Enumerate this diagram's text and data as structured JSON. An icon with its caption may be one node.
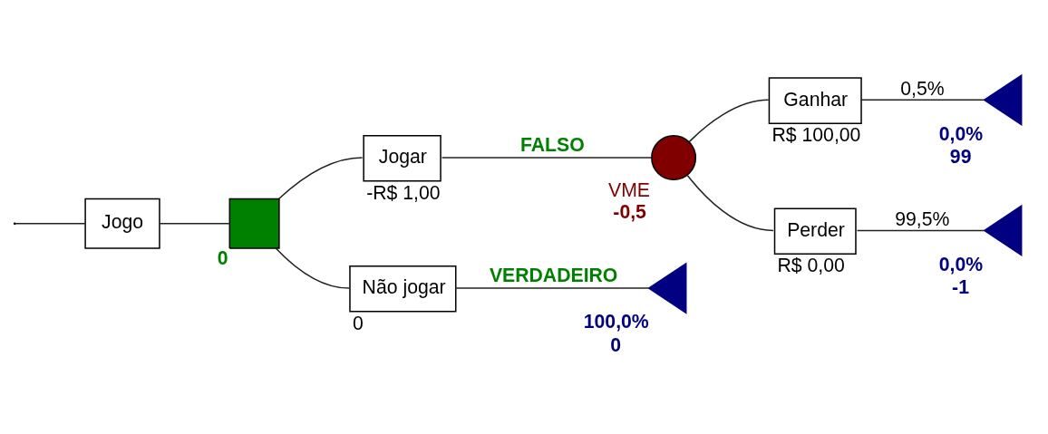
{
  "diagram": {
    "nodes": [
      {
        "text": [
          "Jogo"
        ]
      },
      {
        "text": [],
        "shape": "box",
        "beside": [
          "0"
        ]
      },
      {
        "text": [
          "Jogar"
        ],
        "beside": [
          "-R$ 1,00"
        ]
      },
      {
        "text": [],
        "shape": "circle",
        "beside": [
          "VME",
          "-0,5"
        ]
      },
      {
        "text": [
          "Ganhar"
        ],
        "beside": [
          "R$ 100,00"
        ]
      },
      {
        "text": [],
        "shape": "triangle",
        "beside": [
          "0,0%",
          "99"
        ]
      },
      {
        "text": [
          "Perder"
        ],
        "beside": [
          "R$ 0,00"
        ]
      },
      {
        "text": [],
        "shape": "triangle",
        "beside": [
          "0,0%",
          "-1"
        ]
      },
      {
        "text": [
          "Não jogar"
        ],
        "beside": [
          "0"
        ]
      },
      {
        "text": [],
        "shape": "triangle",
        "beside": [
          "100,0%",
          "0"
        ]
      }
    ],
    "edges": [
      {
        "from": null,
        "to": 0,
        "arrow": "none"
      },
      {
        "from": 0,
        "to": 1,
        "arrow": "none"
      },
      {
        "from": 1,
        "to": 2,
        "arrow": "none"
      },
      {
        "from": 1,
        "to": 8,
        "arrow": "none"
      },
      {
        "from": 2,
        "to": 3,
        "arrow": "none",
        "label": "FALSO"
      },
      {
        "from": 3,
        "to": 4,
        "arrow": "none"
      },
      {
        "from": 3,
        "to": 6,
        "arrow": "none"
      },
      {
        "from": 4,
        "to": 5,
        "arrow": "none",
        "label": "0,5%"
      },
      {
        "from": 6,
        "to": 7,
        "arrow": "none",
        "label": "99,5%"
      },
      {
        "from": 8,
        "to": 9,
        "arrow": "none",
        "label": "VERDADEIRO"
      }
    ]
  }
}
